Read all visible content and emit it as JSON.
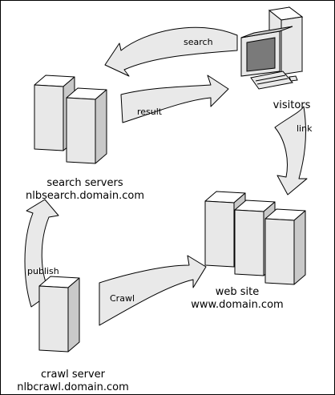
{
  "colors": {
    "front": "#e8e8e8",
    "side": "#c9c9c9",
    "top": "#ffffff",
    "outline": "#000000",
    "arrow": "#e9e9e9",
    "screen": "#7a7a7a"
  },
  "nodes": {
    "search_servers": {
      "line1": "search servers",
      "line2": "nlbsearch.domain.com"
    },
    "visitors": {
      "label": "visitors"
    },
    "web_site": {
      "line1": "web site",
      "line2": "www.domain.com"
    },
    "crawl_server": {
      "line1": "crawl server",
      "line2": "nlbcrawl.domain.com"
    }
  },
  "arrows": {
    "search": "search",
    "result": "result",
    "link": "link",
    "publish": "publish",
    "crawl": "Crawl"
  }
}
